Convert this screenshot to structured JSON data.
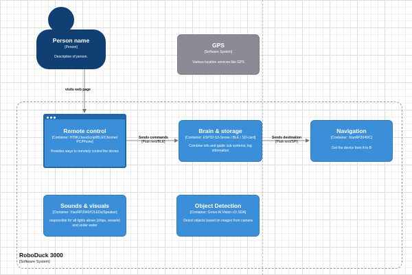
{
  "person": {
    "title": "Person name",
    "type": "[Person]",
    "description": "Description of person."
  },
  "gps": {
    "title": "GPS",
    "type": "[Software System]",
    "description": "Various location services like GPS"
  },
  "boundary": {
    "name": "RoboDuck 3000",
    "type": "[Software System]"
  },
  "remote_control": {
    "title": "Remote control",
    "tech": "[Container: HTML/JavaScript/BLE/Chrome/ PC/Phone]",
    "description": "Provides ways to remotely control the device"
  },
  "brain": {
    "title": "Brain & storage",
    "tech": "[Container: ESP32-S3-Sense / BLE / SD-card]",
    "description": "Combine info and guide sub systems; log information"
  },
  "navigation": {
    "title": "Navigation",
    "tech": "[Container: XiaoRP2040/C]",
    "description": "Get the device from A to B"
  },
  "sounds": {
    "title": "Sounds & visuals",
    "tech": "[Container: XiaoRP2040/C/LEDs/Speaker]",
    "description": "responsible for all lights above (ships, vessels) and under water"
  },
  "object_detection": {
    "title": "Object Detection",
    "tech": "[Container: Grove AI Vision v2/ SDA]",
    "description": "Detect objects based on images from camera"
  },
  "edges": {
    "visits": {
      "label": "visits web page"
    },
    "commands": {
      "label": "Sends commands",
      "tech": "[Plain text/BLE]"
    },
    "destination": {
      "label": "Sends destination",
      "tech": "[Plain text/SPI]"
    }
  },
  "colors": {
    "person": "#0f3f73",
    "container": "#3b8fd8",
    "external_system": "#8d8a95"
  }
}
